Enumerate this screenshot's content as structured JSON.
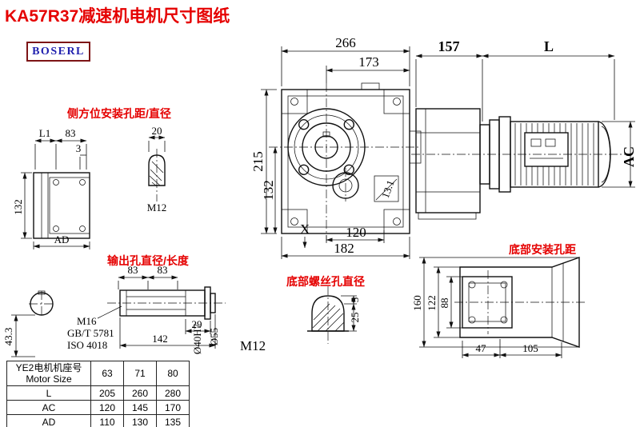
{
  "title": "KA57R37减速机电机尺寸图纸",
  "logo": "BOSERL",
  "annotations": {
    "side_mount_label": "侧方位安装孔距/直径",
    "output_label": "输出孔直径/长度",
    "bottom_screw_label": "底部螺丝孔直径",
    "bottom_mount_label": "底部安装孔距"
  },
  "front": {
    "w": "266",
    "inner": "173",
    "h": "215",
    "h2": "132",
    "b_inner": "120",
    "b": "182",
    "angle": "13.1",
    "x_mark": "X"
  },
  "side": {
    "gear_len": "157",
    "motor_len": "L",
    "height": "AC"
  },
  "left_view": {
    "l1": "L1",
    "d83": "83",
    "d3": "3",
    "d20": "20",
    "d132": "132",
    "ad": "AD",
    "m12": "M12"
  },
  "shaft": {
    "d83a": "83",
    "d83b": "83",
    "m16": "M16",
    "gb": "GB/T 5781",
    "iso": "ISO 4018",
    "d29": "29",
    "d142": "142",
    "d433": "43.3",
    "d40": "Ø40H7",
    "d55": "Ø55"
  },
  "bolt": {
    "d5": "5",
    "d25": "25",
    "m12": "M12"
  },
  "bottom_view": {
    "d160": "160",
    "d122": "122",
    "d88": "88",
    "d47": "47",
    "d105": "105"
  },
  "table": {
    "header_cn": "YE2电机机座号",
    "header_en": "Motor Size",
    "sizes": [
      "63",
      "71",
      "80"
    ],
    "rows": [
      {
        "label": "L",
        "values": [
          "205",
          "260",
          "280"
        ]
      },
      {
        "label": "AC",
        "values": [
          "120",
          "145",
          "170"
        ]
      },
      {
        "label": "AD",
        "values": [
          "110",
          "130",
          "135"
        ]
      }
    ]
  }
}
